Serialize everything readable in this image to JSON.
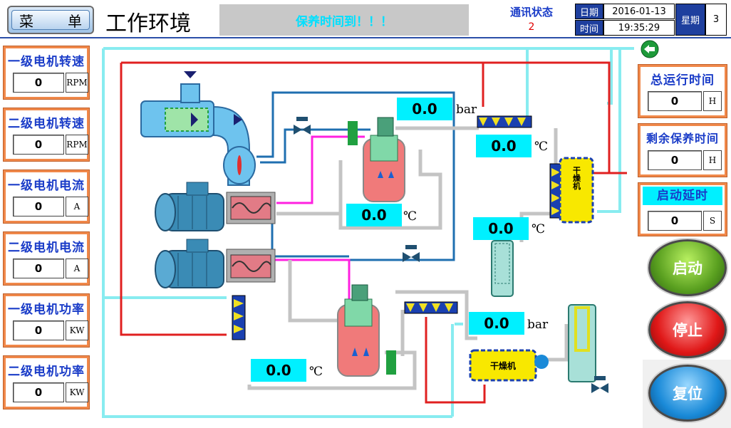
{
  "header": {
    "menu_left": "菜",
    "menu_right": "单",
    "title": "工作环境",
    "banner": "保养时间到！！！",
    "comm_label": "通讯状态",
    "comm_value": "2",
    "date_label": "日期",
    "date_value": "2016-01-13",
    "time_label": "时间",
    "time_value": "19:35:29",
    "weekday_label": "星期",
    "weekday_value": "3"
  },
  "left_panels": [
    {
      "label": "一级电机转速",
      "value": "0",
      "unit": "RPM"
    },
    {
      "label": "二级电机转速",
      "value": "0",
      "unit": "RPM"
    },
    {
      "label": "一级电机电流",
      "value": "0",
      "unit": "A"
    },
    {
      "label": "二级电机电流",
      "value": "0",
      "unit": "A"
    },
    {
      "label": "一级电机功率",
      "value": "0",
      "unit": "KW"
    },
    {
      "label": "二级电机功率",
      "value": "0",
      "unit": "KW"
    }
  ],
  "right_panels": [
    {
      "label": "总运行时间",
      "value": "0",
      "unit": "H"
    },
    {
      "label": "剩余保养时间",
      "value": "0",
      "unit": "H"
    },
    {
      "label": "启动延时",
      "value": "0",
      "unit": "S"
    }
  ],
  "readouts": [
    {
      "value": "0.0",
      "unit": "bar"
    },
    {
      "value": "0.0",
      "unit": "℃"
    },
    {
      "value": "0.0",
      "unit": "℃"
    },
    {
      "value": "0.0",
      "unit": "℃"
    },
    {
      "value": "0.0",
      "unit": "bar"
    },
    {
      "value": "0.0",
      "unit": "℃"
    }
  ],
  "dryer_label": "干燥机",
  "buttons": {
    "start": "启动",
    "stop": "停止",
    "reset": "复位"
  },
  "colors": {
    "panel_orange": "#f0884a",
    "label_blue": "#1a3cc8",
    "readout_cyan": "#00f0ff",
    "banner_text": "#00e0ff",
    "start_green": "#5aa020",
    "stop_red": "#e01818",
    "reset_blue": "#1a8ad8"
  },
  "icons": {
    "back": "back-arrow-icon",
    "valve": "valve-icon"
  }
}
